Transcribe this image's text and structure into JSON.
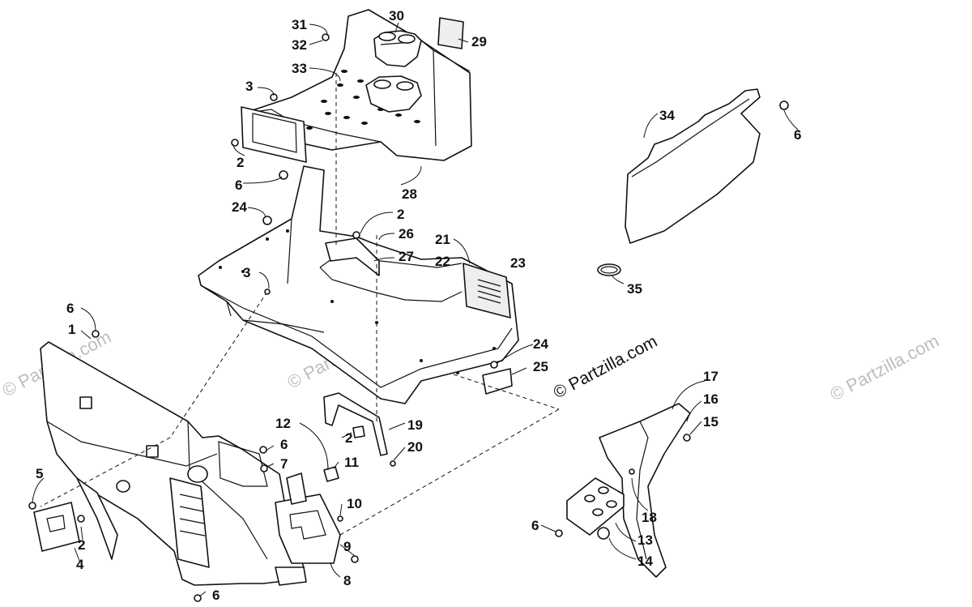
{
  "watermarks": {
    "main": "© Partzilla.com",
    "faint": "© Partzilla.com"
  },
  "callouts": {
    "c1": "1",
    "c2a": "2",
    "c2b": "2",
    "c2c": "2",
    "c2d": "2",
    "c3a": "3",
    "c3b": "3",
    "c4": "4",
    "c5": "5",
    "c6a": "6",
    "c6b": "6",
    "c6c": "6",
    "c6d": "6",
    "c6e": "6",
    "c6f": "6",
    "c7": "7",
    "c8": "8",
    "c9": "9",
    "c10": "10",
    "c11": "11",
    "c12": "12",
    "c13": "13",
    "c14": "14",
    "c15": "15",
    "c16": "16",
    "c17": "17",
    "c18": "18",
    "c19": "19",
    "c20": "20",
    "c21": "21",
    "c22": "22",
    "c23": "23",
    "c24a": "24",
    "c24b": "24",
    "c25": "25",
    "c26": "26",
    "c27": "27",
    "c28": "28",
    "c29": "29",
    "c30": "30",
    "c31": "31",
    "c32": "32",
    "c33": "33",
    "c34": "34",
    "c35": "35"
  }
}
